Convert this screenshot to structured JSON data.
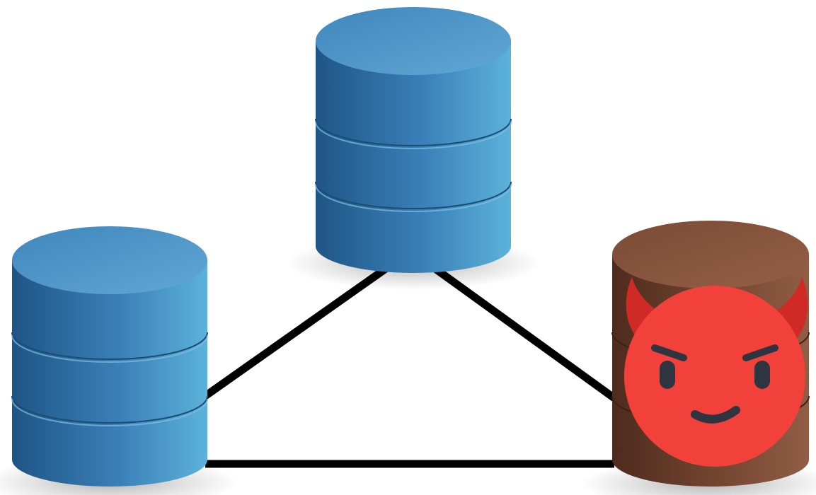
{
  "diagram": {
    "nodes": [
      {
        "id": "db-top",
        "role": "database",
        "kind": "honest",
        "icon": "database-icon"
      },
      {
        "id": "db-left",
        "role": "database",
        "kind": "honest",
        "icon": "database-icon"
      },
      {
        "id": "db-right",
        "role": "database",
        "kind": "malicious",
        "icon": "database-icon",
        "badge_icon": "devil-face-icon"
      }
    ],
    "edges": [
      {
        "from": "db-top",
        "to": "db-left"
      },
      {
        "from": "db-top",
        "to": "db-right"
      },
      {
        "from": "db-left",
        "to": "db-right"
      }
    ],
    "colors": {
      "honest_dark": "#245e90",
      "honest_light": "#5aaed6",
      "malicious_dark": "#5a3323",
      "malicious_light": "#8e5a43",
      "devil_face": "#f2413b",
      "devil_shade": "#cf2a26",
      "link": "#000000"
    }
  }
}
